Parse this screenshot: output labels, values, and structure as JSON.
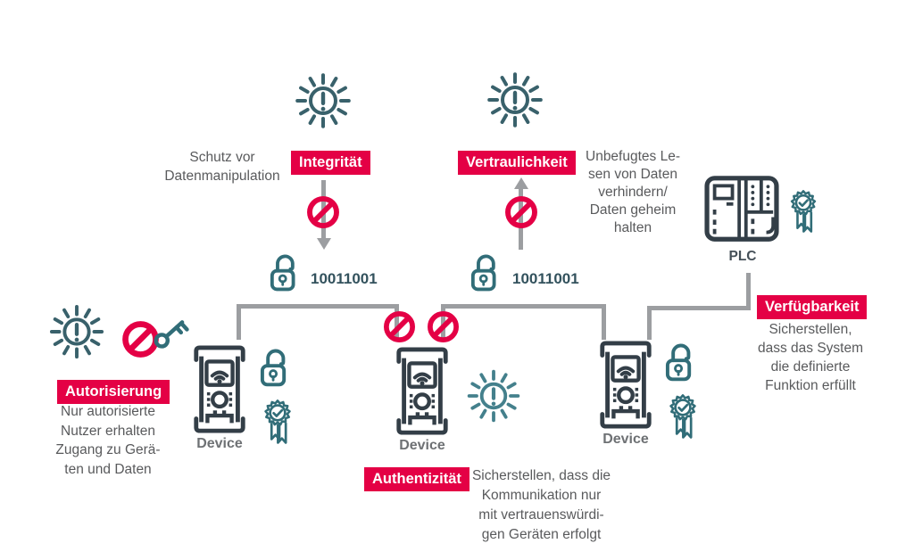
{
  "colors": {
    "accent": "#e40045",
    "icon_slate": "#333e47",
    "icon_teal": "#316d78",
    "icon_teal_virus": "#39616b",
    "line_gray": "#9c9ea1",
    "text_gray": "#595a5c",
    "code_text": "#33525d",
    "label_text": "#ffffff"
  },
  "icons": {
    "malware": "burst-circle-exclamation",
    "prohibition": "red-no-sign",
    "lock_open": "open-padlock",
    "certificate": "rosette-check-ribbon",
    "key": "key",
    "device": "handheld-device",
    "plc": "plc-controller"
  },
  "concepts": {
    "integritaet": {
      "label": "Integrität",
      "desc_lines": [
        "Schutz vor",
        "Datenmanipulation"
      ]
    },
    "vertraulichkeit": {
      "label": "Vertraulichkeit",
      "desc_lines": [
        "Unbefugtes Le-",
        "sen von Daten",
        "verhindern/",
        "Daten geheim",
        "halten"
      ]
    },
    "autorisierung": {
      "label": "Autorisierung",
      "desc_lines": [
        "Nur autorisierte",
        "Nutzer erhalten",
        "Zugang zu Gerä-",
        "ten und Daten"
      ]
    },
    "authentizitaet": {
      "label": "Authentizität",
      "desc_lines": [
        "Sicherstellen, dass die",
        "Kommunikation nur",
        "mit vertrauenswürdi-",
        "gen Geräten erfolgt"
      ]
    },
    "verfuegbarkeit": {
      "label": "Verfügbarkeit",
      "desc_lines": [
        "Sicherstellen,",
        "dass das System",
        "die definierte",
        "Funktion erfüllt"
      ]
    }
  },
  "nodes": {
    "device1": "Device",
    "device2": "Device",
    "device3": "Device",
    "plc": "PLC"
  },
  "locks": {
    "code1": "10011001",
    "code2": "10011001"
  }
}
